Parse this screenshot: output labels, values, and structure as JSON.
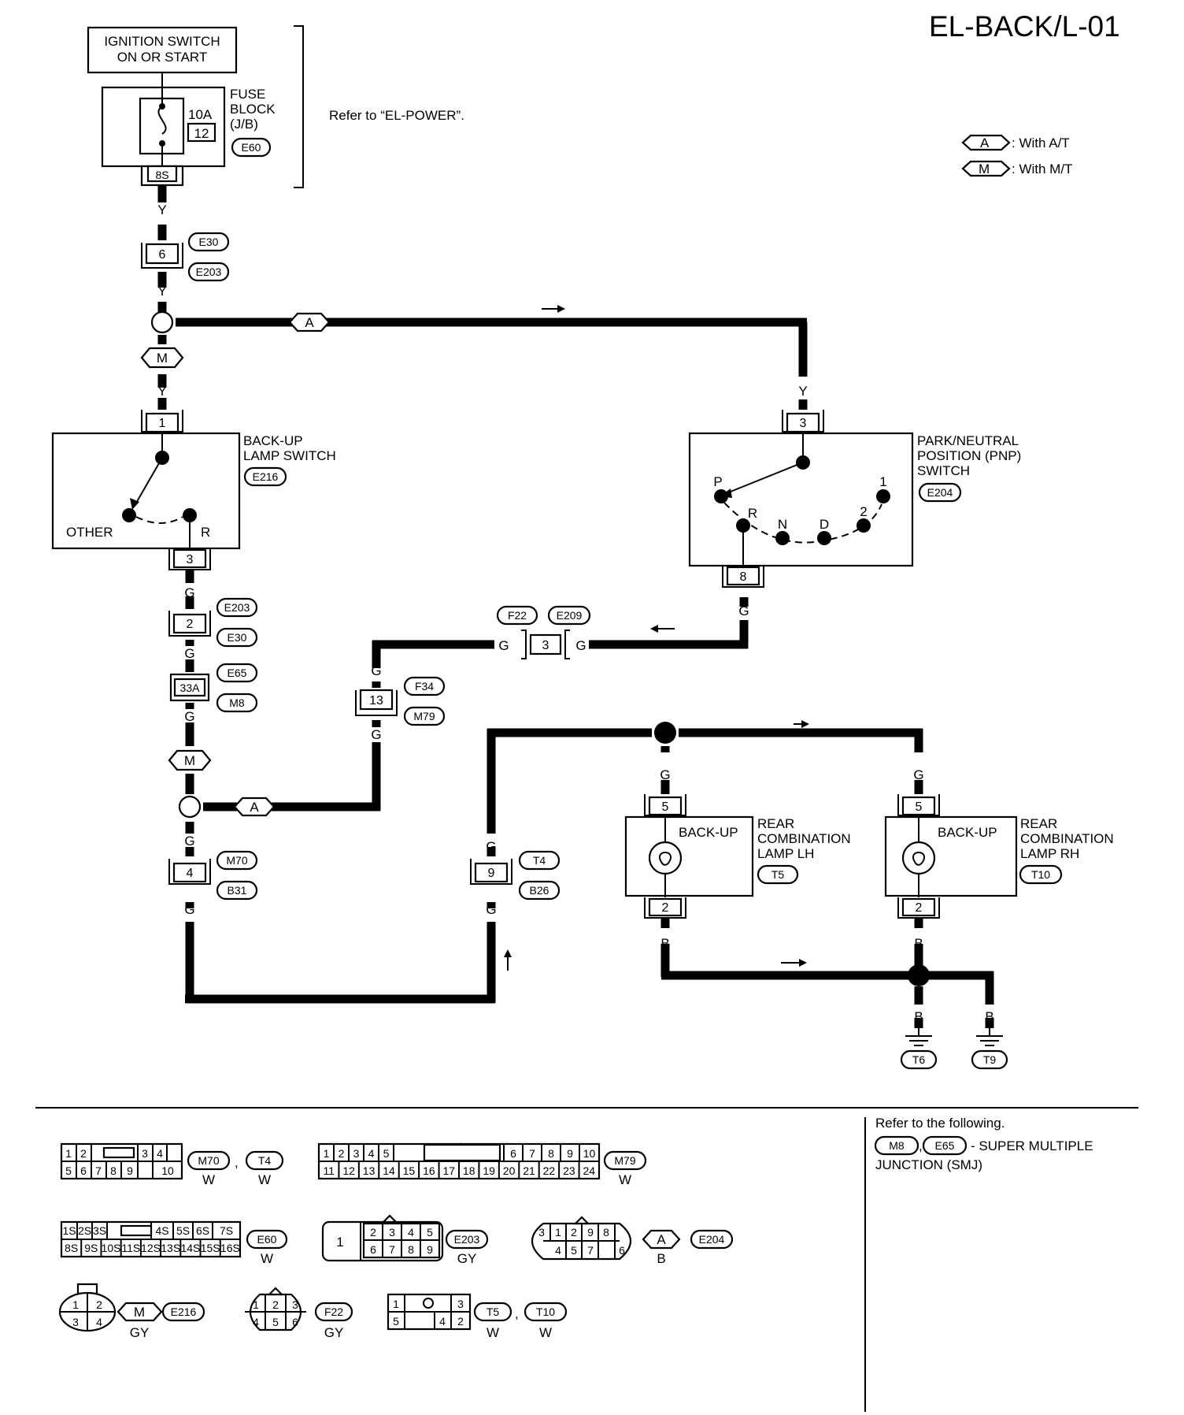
{
  "header": {
    "title": "EL-BACK/L-01",
    "refer_power": "Refer to “EL-POWER”.",
    "legend_with_at_code": "A",
    "legend_with_at": ": With A/T",
    "legend_with_mt_code": "M",
    "legend_with_mt": ": With M/T"
  },
  "components": {
    "ignition_line1": "IGNITION SWITCH",
    "ignition_line2": "ON OR START",
    "fuse_rating": "10A",
    "fuse_number": "12",
    "fuse_block_line1": "FUSE",
    "fuse_block_line2": "BLOCK",
    "fuse_block_line3": "(J/B)",
    "fuse_block_conn": "E60",
    "fuse_block_pin": "8S",
    "backup_switch_line1": "BACK-UP",
    "backup_switch_line2": "LAMP SWITCH",
    "backup_switch_conn": "E216",
    "backup_switch_pin_in": "1",
    "backup_switch_pin_out": "3",
    "backup_other": "OTHER",
    "backup_r": "R",
    "pnp_line1": "PARK/NEUTRAL",
    "pnp_line2": "POSITION (PNP)",
    "pnp_line3": "SWITCH",
    "pnp_conn": "E204",
    "pnp_pin_in": "3",
    "pnp_pin_out": "8",
    "pnp_positions": [
      "P",
      "R",
      "N",
      "D",
      "2",
      "1"
    ],
    "lamp_lh_line1": "REAR",
    "lamp_lh_line2": "COMBINATION",
    "lamp_lh_line3": "LAMP LH",
    "lamp_lh_conn": "T5",
    "lamp_rh_line1": "REAR",
    "lamp_rh_line2": "COMBINATION",
    "lamp_rh_line3": "LAMP RH",
    "lamp_rh_conn": "T10",
    "backup_label": "BACK-UP",
    "lamp_pin_in": "5",
    "lamp_pin_out": "2"
  },
  "connectors": {
    "c6": "6",
    "c6_a": "E30",
    "c6_b": "E203",
    "c2": "2",
    "c2_a": "E203",
    "c2_b": "E30",
    "c33a": "33A",
    "c33a_a": "E65",
    "c33a_b": "M8",
    "c4": "4",
    "c4_a": "M70",
    "c4_b": "B31",
    "c13": "13",
    "c13_a": "F34",
    "c13_b": "M79",
    "c3": "3",
    "c3_a": "F22",
    "c3_b": "E209",
    "c9": "9",
    "c9_a": "T4",
    "c9_b": "B26"
  },
  "wire_colors": {
    "y": "Y",
    "g": "G",
    "b": "B"
  },
  "option_codes": {
    "at": "A",
    "mt": "M"
  },
  "grounds": {
    "g1": "T6",
    "g2": "T9"
  },
  "footer": {
    "refer_following": "Refer to the following.",
    "smj_conn1": "M8",
    "smj_sep": ",",
    "smj_conn2": "E65",
    "smj_line1": "- SUPER MULTIPLE",
    "smj_line2": "JUNCTION (SMJ)"
  },
  "connector_views": {
    "m70_t4": {
      "pins": [
        "1",
        "2",
        "3",
        "4",
        "5",
        "6",
        "7",
        "8",
        "9",
        "10"
      ],
      "conn1": "M70",
      "conn2": "T4",
      "color1": "W",
      "color2": "W",
      "sep": ","
    },
    "m79": {
      "pins": [
        "1",
        "2",
        "3",
        "4",
        "5",
        "6",
        "7",
        "8",
        "9",
        "10",
        "11",
        "12",
        "13",
        "14",
        "15",
        "16",
        "17",
        "18",
        "19",
        "20",
        "21",
        "22",
        "23",
        "24"
      ],
      "conn": "M79",
      "color": "W"
    },
    "e60": {
      "pins": [
        "1S",
        "2S",
        "3S",
        "4S",
        "5S",
        "6S",
        "7S",
        "8S",
        "9S",
        "10S",
        "11S",
        "12S",
        "13S",
        "14S",
        "15S",
        "16S"
      ],
      "conn": "E60",
      "color": "W"
    },
    "e203": {
      "pins": [
        "1",
        "2",
        "3",
        "4",
        "5",
        "6",
        "7",
        "8",
        "9"
      ],
      "conn": "E203",
      "color": "GY"
    },
    "e204": {
      "pins": [
        "3",
        "1",
        "2",
        "9",
        "8",
        "4",
        "5",
        "7",
        "6"
      ],
      "code": "A",
      "conn": "E204",
      "color": "B"
    },
    "e216": {
      "pins": [
        "1",
        "2",
        "3",
        "4"
      ],
      "code": "M",
      "conn": "E216",
      "color": "GY"
    },
    "f22": {
      "pins": [
        "1",
        "2",
        "3",
        "4",
        "5",
        "6"
      ],
      "conn": "F22",
      "color": "GY"
    },
    "t5_t10": {
      "pins": [
        "1",
        "3",
        "5",
        "4",
        "2"
      ],
      "conn1": "T5",
      "conn2": "T10",
      "color1": "W",
      "color2": "W",
      "sep": ","
    }
  }
}
